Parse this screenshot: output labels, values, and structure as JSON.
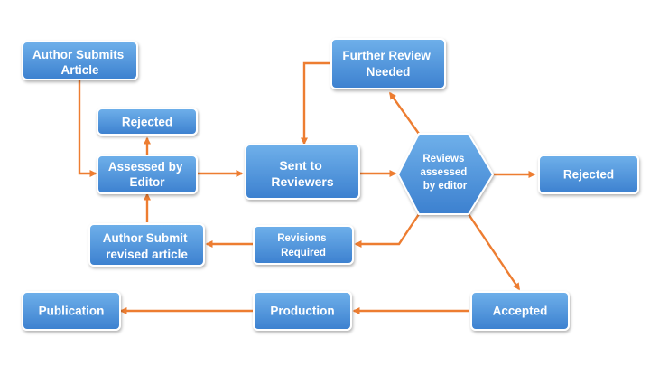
{
  "diagram": {
    "colors": {
      "node_fill": "#4a90d9",
      "node_border": "#ffffff",
      "arrow": "#ed7d31",
      "text": "#ffffff",
      "background": "#ffffff"
    },
    "nodes": {
      "author_submits": {
        "lines": [
          "Author Submits",
          "Article"
        ]
      },
      "rejected_top": {
        "lines": [
          "Rejected"
        ]
      },
      "assessed_by_editor": {
        "lines": [
          "Assessed by",
          "Editor"
        ]
      },
      "sent_to_reviewers": {
        "lines": [
          "Sent to",
          "Reviewers"
        ]
      },
      "further_review": {
        "lines": [
          "Further Review",
          "Needed"
        ]
      },
      "reviews_assessed": {
        "lines": [
          "Reviews",
          "assessed",
          "by editor"
        ],
        "shape": "hexagon"
      },
      "rejected_right": {
        "lines": [
          "Rejected"
        ]
      },
      "author_submit_revised": {
        "lines": [
          "Author Submit",
          "revised article"
        ]
      },
      "revisions_required": {
        "lines": [
          "Revisions",
          "Required"
        ]
      },
      "publication": {
        "lines": [
          "Publication"
        ]
      },
      "production": {
        "lines": [
          "Production"
        ]
      },
      "accepted": {
        "lines": [
          "Accepted"
        ]
      }
    },
    "edges": [
      {
        "from": "author_submits",
        "to": "assessed_by_editor"
      },
      {
        "from": "assessed_by_editor",
        "to": "rejected_top"
      },
      {
        "from": "assessed_by_editor",
        "to": "sent_to_reviewers"
      },
      {
        "from": "sent_to_reviewers",
        "to": "reviews_assessed"
      },
      {
        "from": "reviews_assessed",
        "to": "further_review"
      },
      {
        "from": "further_review",
        "to": "sent_to_reviewers"
      },
      {
        "from": "reviews_assessed",
        "to": "rejected_right"
      },
      {
        "from": "reviews_assessed",
        "to": "revisions_required"
      },
      {
        "from": "revisions_required",
        "to": "author_submit_revised"
      },
      {
        "from": "author_submit_revised",
        "to": "assessed_by_editor"
      },
      {
        "from": "reviews_assessed",
        "to": "accepted"
      },
      {
        "from": "accepted",
        "to": "production"
      },
      {
        "from": "production",
        "to": "publication"
      }
    ]
  }
}
